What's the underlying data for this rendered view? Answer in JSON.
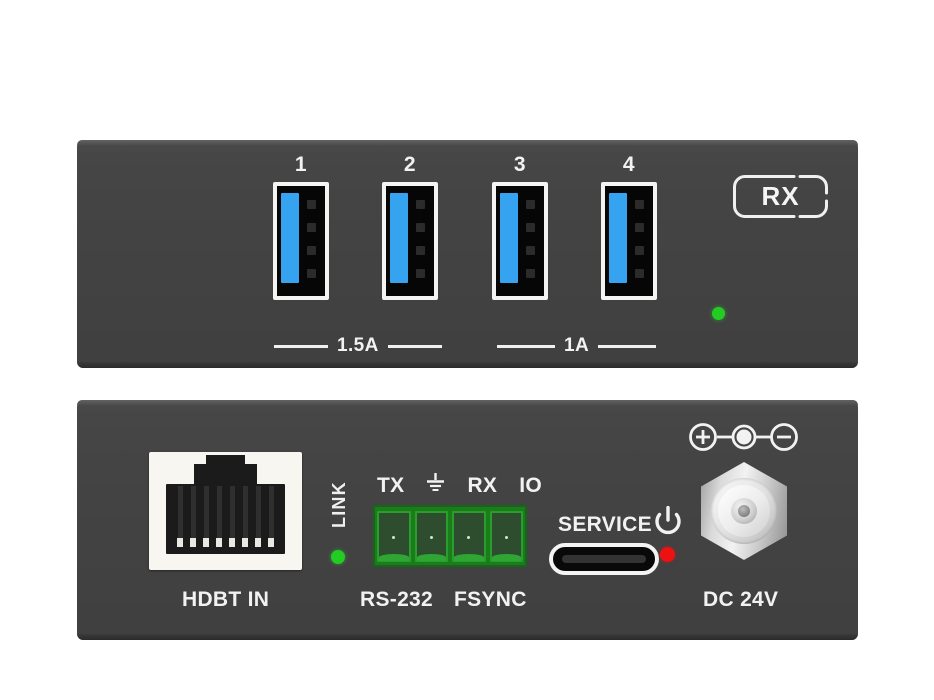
{
  "device": {
    "model_badge": "RX",
    "front_panel_name": "front-panel",
    "rear_panel_name": "rear-panel"
  },
  "colors": {
    "panel": "#434343",
    "usb_blue": "#35a3f0",
    "terminal_green": "#1a7d1a",
    "led_green": "#22cc22",
    "led_red": "#ee1111",
    "label_white": "#f2f2f2",
    "background": "#ffffff"
  },
  "front": {
    "usb_ports": [
      {
        "number": "1",
        "icon": "usb-a-port-icon"
      },
      {
        "number": "2",
        "icon": "usb-a-port-icon"
      },
      {
        "number": "3",
        "icon": "usb-a-port-icon"
      },
      {
        "number": "4",
        "icon": "usb-a-port-icon"
      }
    ],
    "ratings": [
      {
        "label": "1.5A",
        "ports": "1-2"
      },
      {
        "label": "1A",
        "ports": "3-4"
      }
    ],
    "badge_label": "RX",
    "status_led": {
      "name": "power-led",
      "color": "#22cc22",
      "state": "green"
    }
  },
  "rear": {
    "hdbt": {
      "port_icon": "rj45-jack-icon",
      "label": "HDBT IN",
      "pin_count": 8
    },
    "link": {
      "label": "LINK",
      "led": {
        "name": "link-led",
        "color": "#22cc22",
        "state": "green"
      }
    },
    "terminal": {
      "pin_labels": [
        "TX",
        "ground-symbol",
        "RX",
        "IO"
      ],
      "tx": "TX",
      "ground": "ground-icon",
      "rx": "RX",
      "io": "IO",
      "label_left": "RS-232",
      "label_right": "FSYNC",
      "terminal_count": 4
    },
    "service": {
      "label": "SERVICE",
      "port_icon": "usb-c-port-icon"
    },
    "power": {
      "icon": "power-symbol-icon",
      "led": {
        "name": "power-status-led",
        "color": "#ee1111",
        "state": "red"
      }
    },
    "dc": {
      "polarity_icon": "center-positive-polarity-icon",
      "jack_icon": "dc-barrel-jack-icon",
      "label": "DC 24V"
    }
  }
}
